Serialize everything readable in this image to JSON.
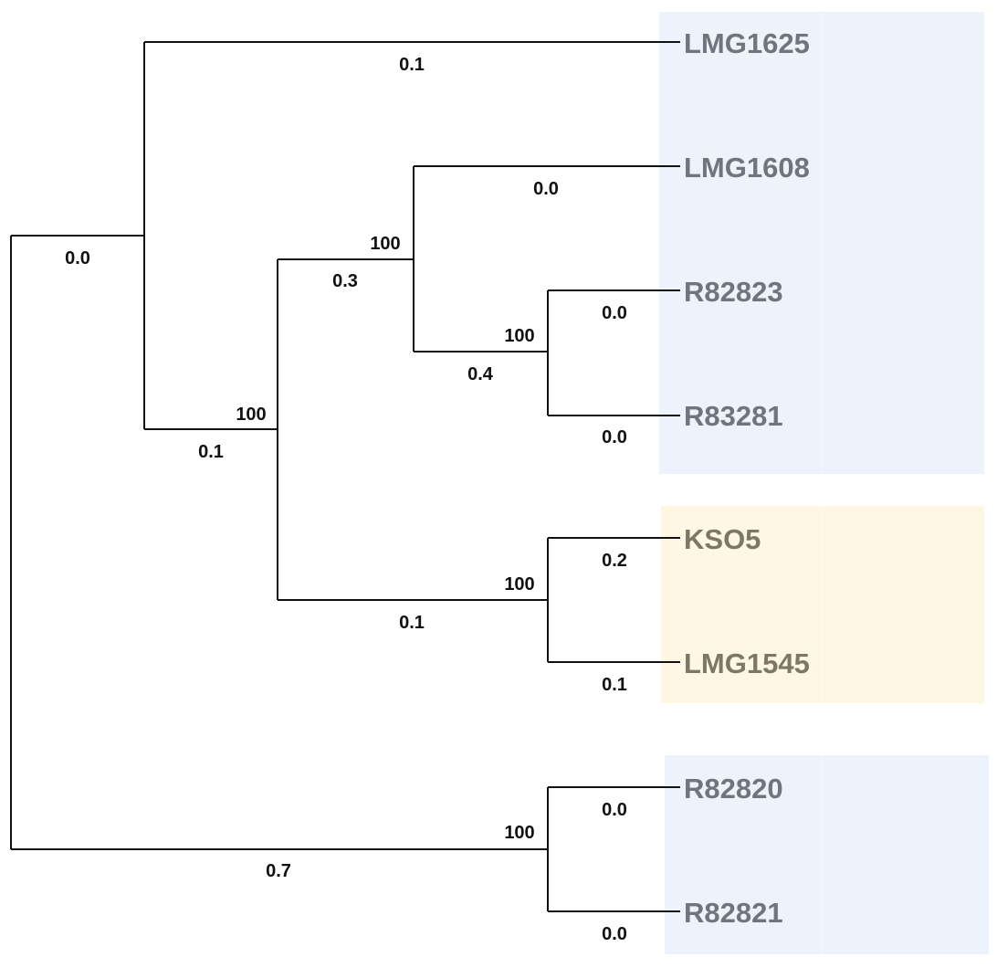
{
  "leaves": [
    {
      "id": "lmg1625",
      "label": "LMG1625",
      "group": "blue"
    },
    {
      "id": "lmg1608",
      "label": "LMG1608",
      "group": "blue"
    },
    {
      "id": "r82823",
      "label": "R82823",
      "group": "blue"
    },
    {
      "id": "r83281",
      "label": "R83281",
      "group": "blue"
    },
    {
      "id": "kso5",
      "label": "KSO5",
      "group": "yellow"
    },
    {
      "id": "lmg1545",
      "label": "LMG1545",
      "group": "yellow"
    },
    {
      "id": "r82820",
      "label": "R82820",
      "group": "blue2"
    },
    {
      "id": "r82821",
      "label": "R82821",
      "group": "blue2"
    }
  ],
  "branch_lengths": {
    "lmg1625": "0.1",
    "lmg1608": "0.0",
    "r82823": "0.0",
    "r83281": "0.0",
    "kso5": "0.2",
    "lmg1545": "0.1",
    "r82820": "0.0",
    "r82821": "0.0",
    "clade_a": "0.0",
    "clade_b": "0.1",
    "clade_c": "0.3",
    "clade_d": "0.4",
    "clade_e": "0.1",
    "clade_f": "0.7"
  },
  "bootstrap": {
    "clade_b": "100",
    "clade_c": "100",
    "clade_d": "100",
    "clade_e": "100",
    "clade_f": "100"
  },
  "colors": {
    "blue_band": "#edf3fc",
    "yellow_band": "#fff6e4",
    "leaf_blue_text": "#6e757d",
    "leaf_yellow_text": "#7c7868",
    "branch": "#111111"
  }
}
